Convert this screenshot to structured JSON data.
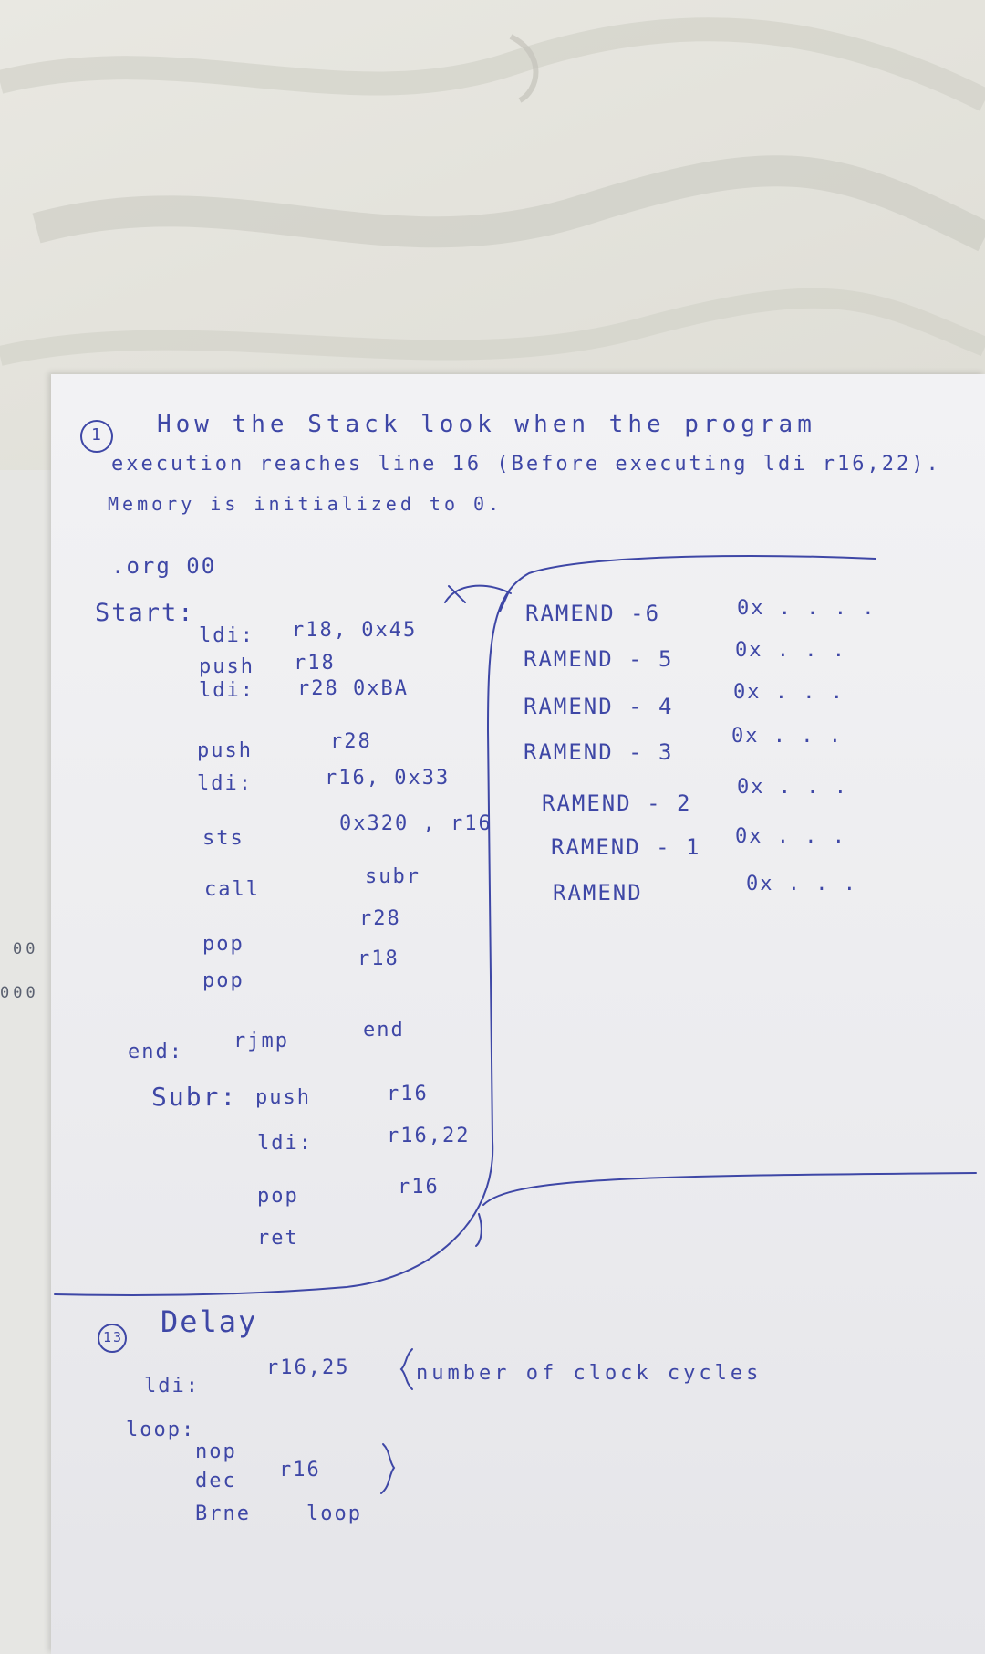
{
  "question1": {
    "number": "1",
    "line1": "How the Stack look when the program",
    "line2": "execution reaches line 16 (Before executing ldi r16,22).",
    "line3": "Memory is initialized to 0."
  },
  "code": {
    "org": ".org 00",
    "start_label": "Start:",
    "lines": [
      {
        "op": "ldi:",
        "args": "r18, 0x45"
      },
      {
        "op": "push",
        "args": "r18"
      },
      {
        "op": "ldi:",
        "args": "r28 0xBA"
      },
      {
        "op": "push",
        "args": "r28"
      },
      {
        "op": "ldi:",
        "args": "r16, 0x33"
      },
      {
        "op": "sts",
        "args": "0x320 , r16"
      },
      {
        "op": "call",
        "args": "subr"
      },
      {
        "op": "pop",
        "args": "r28"
      },
      {
        "op": "pop",
        "args": "r18"
      }
    ],
    "end": {
      "label": "end:",
      "op": "rjmp",
      "args": "end"
    },
    "subr": {
      "label": "Subr:",
      "lines": [
        {
          "op": "push",
          "args": "r16"
        },
        {
          "op": "ldi:",
          "args": "r16,22"
        },
        {
          "op": "pop",
          "args": "r16"
        },
        {
          "op": "ret",
          "args": ""
        }
      ]
    }
  },
  "stack": [
    {
      "addr": "RAMEND -6",
      "val": "0x . . . ."
    },
    {
      "addr": "RAMEND - 5",
      "val": "0x . . ."
    },
    {
      "addr": "RAMEND - 4",
      "val": "0x . . ."
    },
    {
      "addr": "RAMEND - 3",
      "val": "0x . . ."
    },
    {
      "addr": "RAMEND - 2",
      "val": "0x . . ."
    },
    {
      "addr": "RAMEND - 1",
      "val": "0x . . ."
    },
    {
      "addr": "RAMEND",
      "val": "0x . . ."
    }
  ],
  "question13": {
    "number": "13",
    "title": "Delay",
    "ldi": {
      "op": "ldi:",
      "args": "r16,25"
    },
    "loop_label": "loop:",
    "loop_lines": [
      {
        "op": "nop",
        "args": ""
      },
      {
        "op": "dec",
        "args": "r16"
      },
      {
        "op": "Brne",
        "args": "loop"
      }
    ],
    "note": "number of clock cycles"
  },
  "margin_marks": [
    "00",
    "000"
  ],
  "colors": {
    "ink": "#3e47a6",
    "paper": "#ececef",
    "cloth": "#dcdbd3"
  }
}
